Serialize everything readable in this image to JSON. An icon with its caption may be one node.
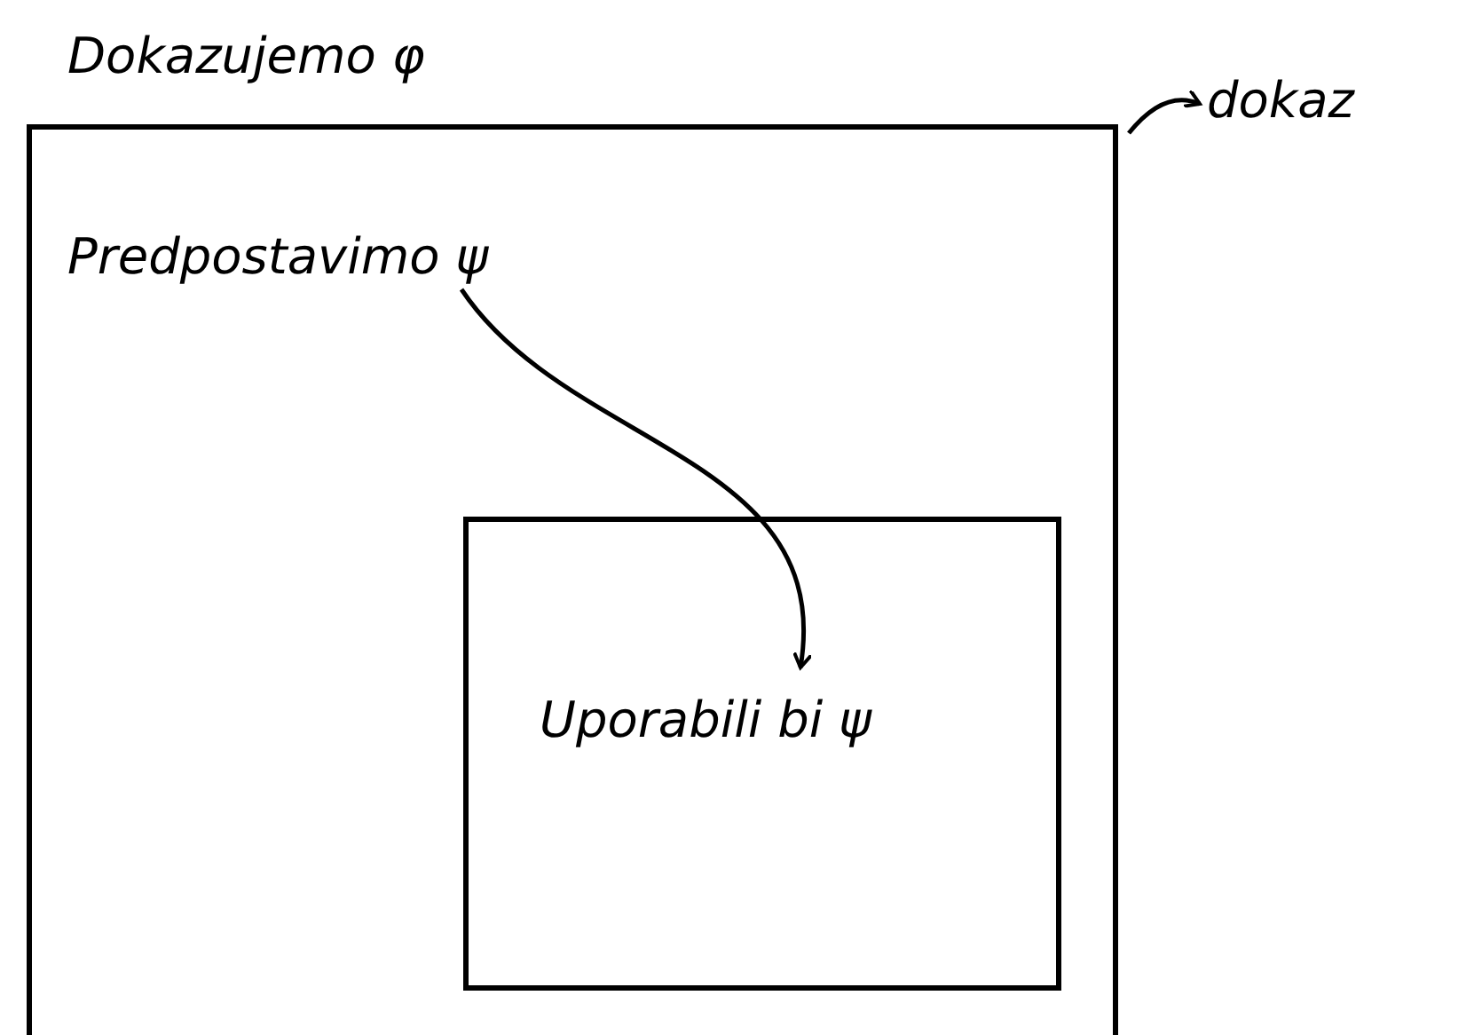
{
  "diagram": {
    "nodes": [
      {
        "text": [
          "Dokazujemo φ"
        ]
      },
      {
        "text": [
          "dokaz"
        ]
      },
      {
        "text": [
          "Predpostavimo ψ"
        ],
        "in": 0
      },
      {
        "text": [
          "Uporabili bi ψ"
        ],
        "in": 0
      }
    ],
    "edges": [
      {
        "from": 0,
        "to": 1,
        "arrow": "to"
      },
      {
        "from": 2,
        "to": 3,
        "arrow": "to"
      }
    ]
  }
}
